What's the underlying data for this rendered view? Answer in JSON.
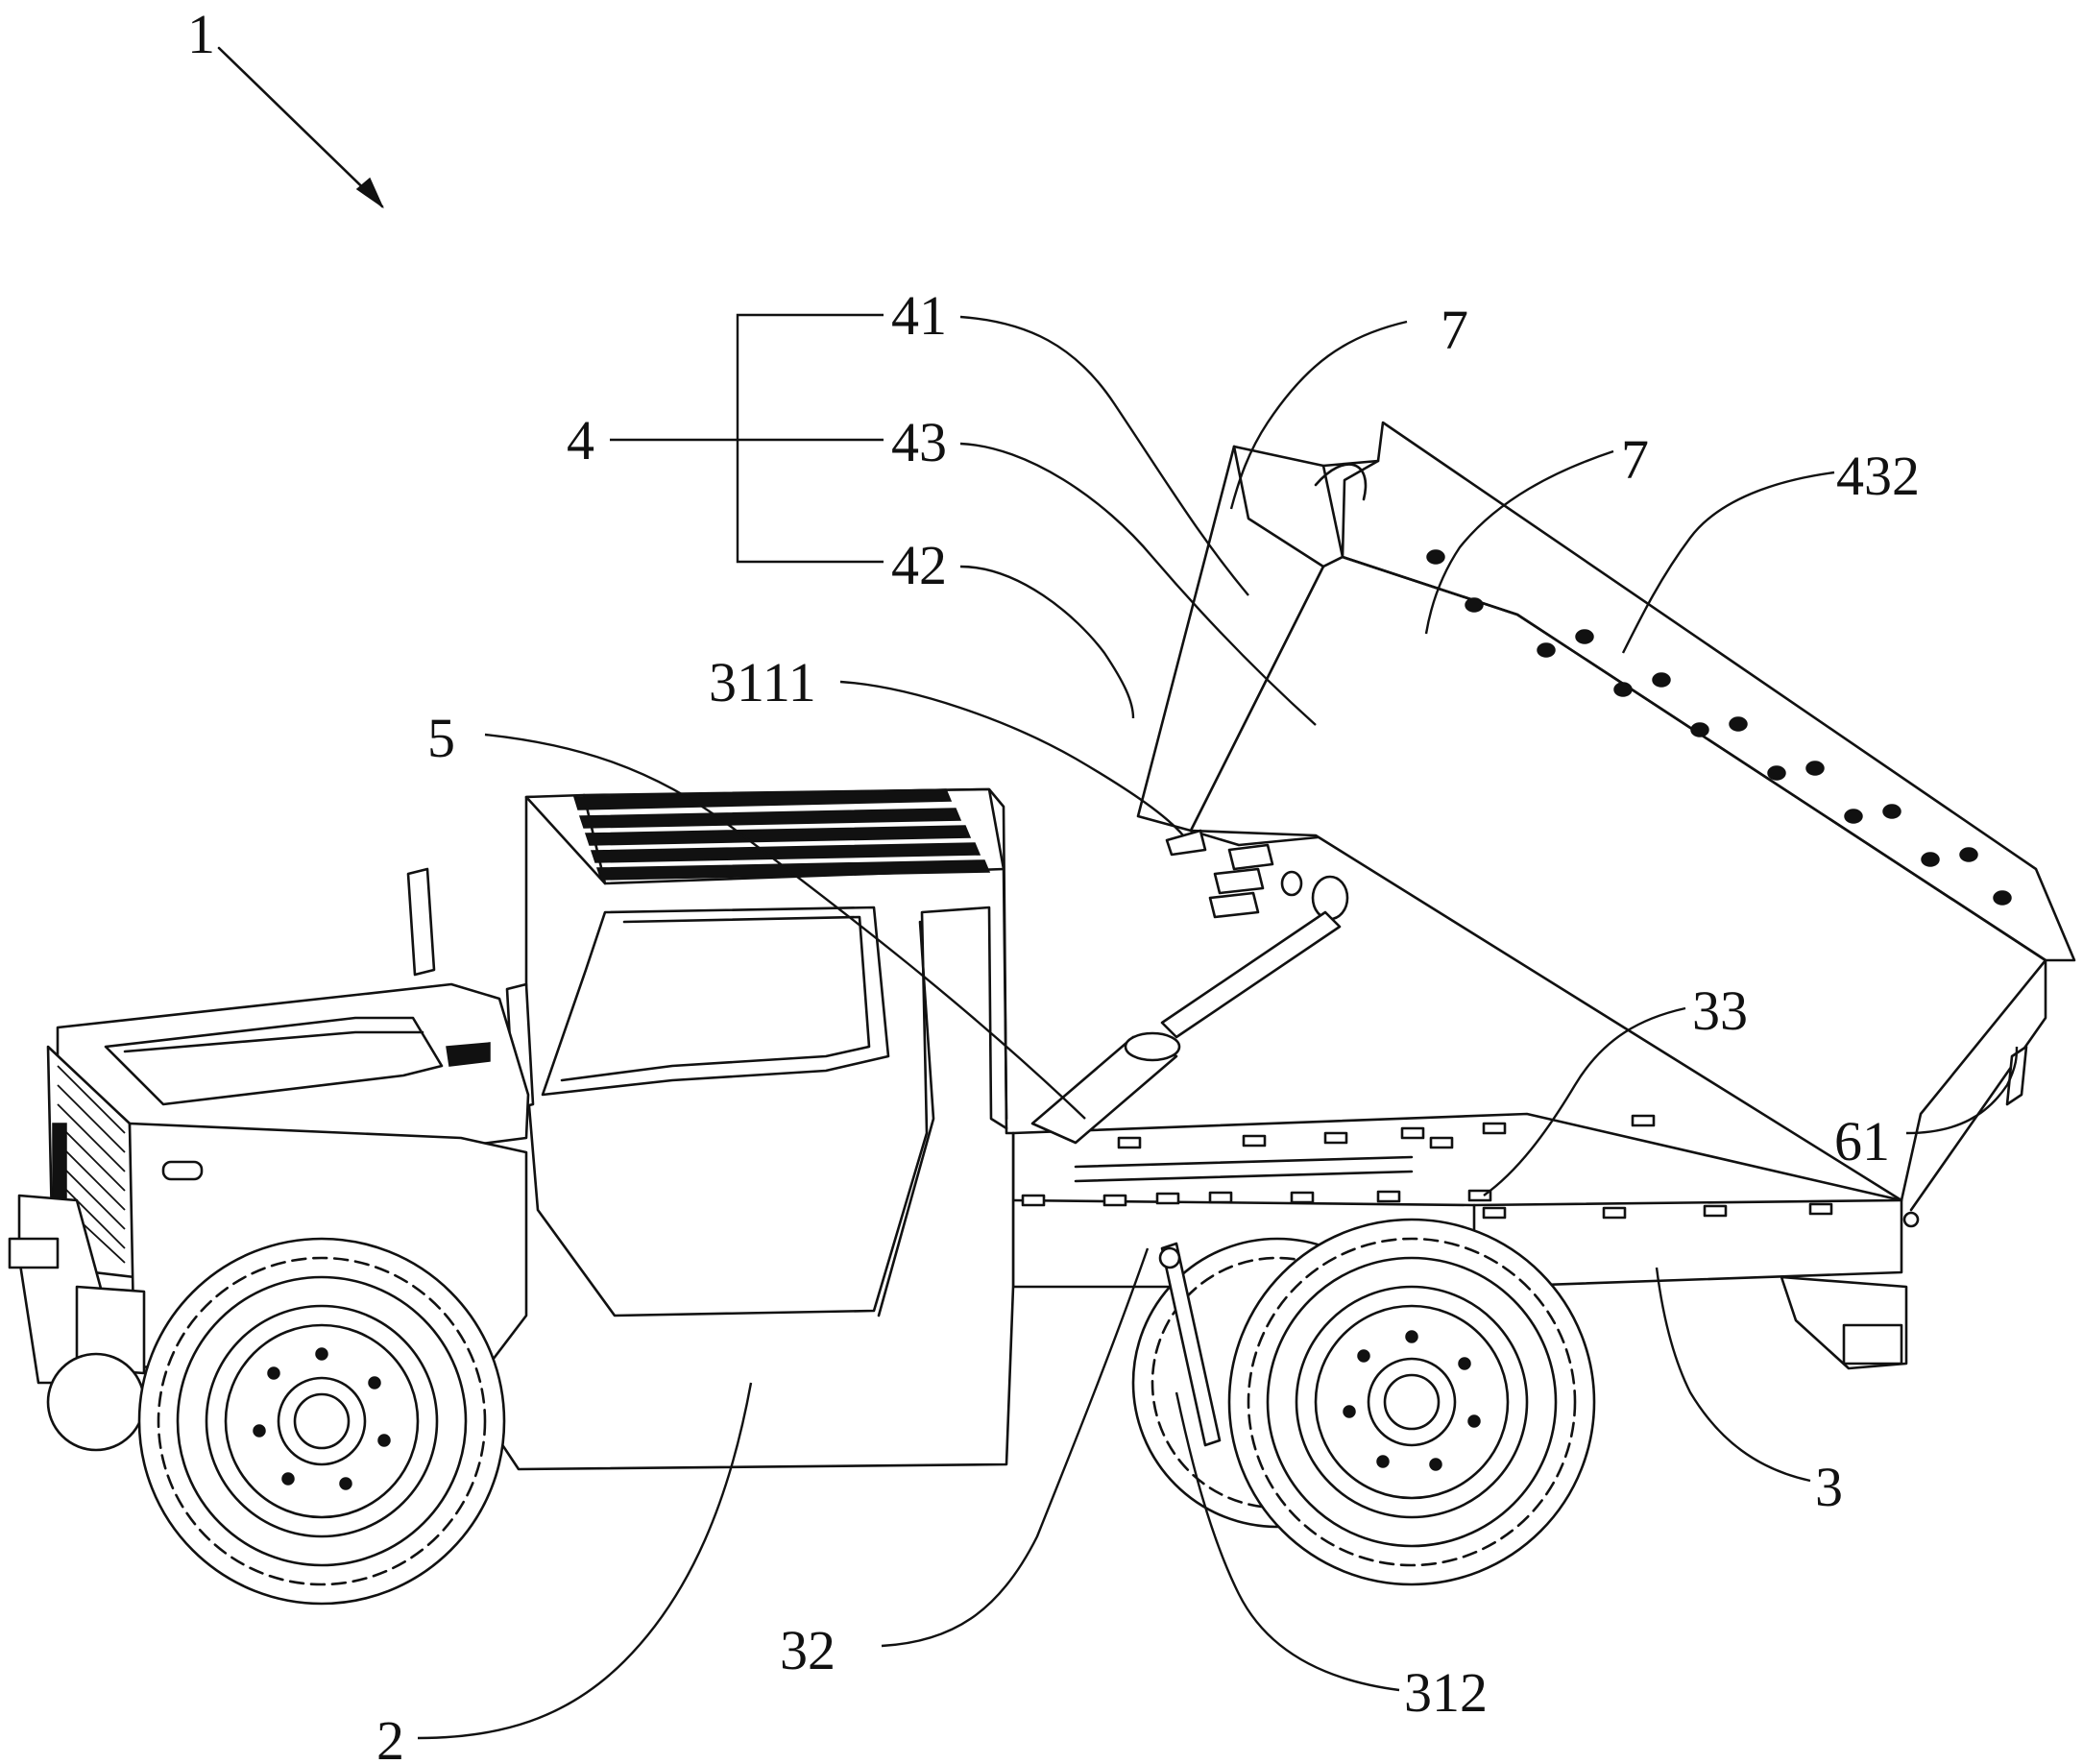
{
  "labels": {
    "l1": "1",
    "l4": "4",
    "l41": "41",
    "l43": "43",
    "l42": "42",
    "l7a": "7",
    "l7b": "7",
    "l432": "432",
    "l3111": "3111",
    "l5": "5",
    "l33": "33",
    "l61": "61",
    "l3": "3",
    "l32": "32",
    "l312": "312",
    "l2": "2"
  },
  "colors": {
    "line": "#111111",
    "background": "#ffffff"
  }
}
